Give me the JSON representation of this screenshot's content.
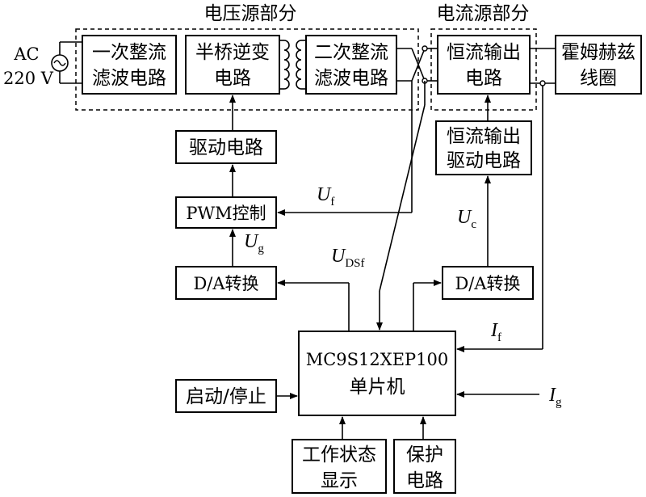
{
  "labels": {
    "voltage_section": "电压源部分",
    "current_section": "电流源部分",
    "ac_label": "AC",
    "ac_voltage": "220 V"
  },
  "blocks": {
    "primary_rectifier": [
      "一次整流",
      "滤波电路"
    ],
    "half_bridge": [
      "半桥逆变",
      "电路"
    ],
    "secondary_rectifier": [
      "二次整流",
      "滤波电路"
    ],
    "cc_output": [
      "恒流输出",
      "电路"
    ],
    "helmholtz": [
      "霍姆赫兹",
      "线圈"
    ],
    "drive": "驱动电路",
    "cc_drive": [
      "恒流输出",
      "驱动电路"
    ],
    "pwm": "PWM控制",
    "da_left": "D/A转换",
    "da_right": "D/A转换",
    "mcu": [
      "MC9S12XEP100",
      "单片机"
    ],
    "start_stop": "启动/停止",
    "status_display": [
      "工作状态",
      "显示"
    ],
    "protection": [
      "保护",
      "电路"
    ]
  },
  "signals": {
    "uf": {
      "main": "U",
      "sub": "f"
    },
    "ug": {
      "main": "U",
      "sub": "g"
    },
    "udsf": {
      "main": "U",
      "sub": "DSf"
    },
    "uc": {
      "main": "U",
      "sub": "c"
    },
    "if": {
      "main": "I",
      "sub": "f"
    },
    "ig": {
      "main": "I",
      "sub": "g"
    }
  }
}
